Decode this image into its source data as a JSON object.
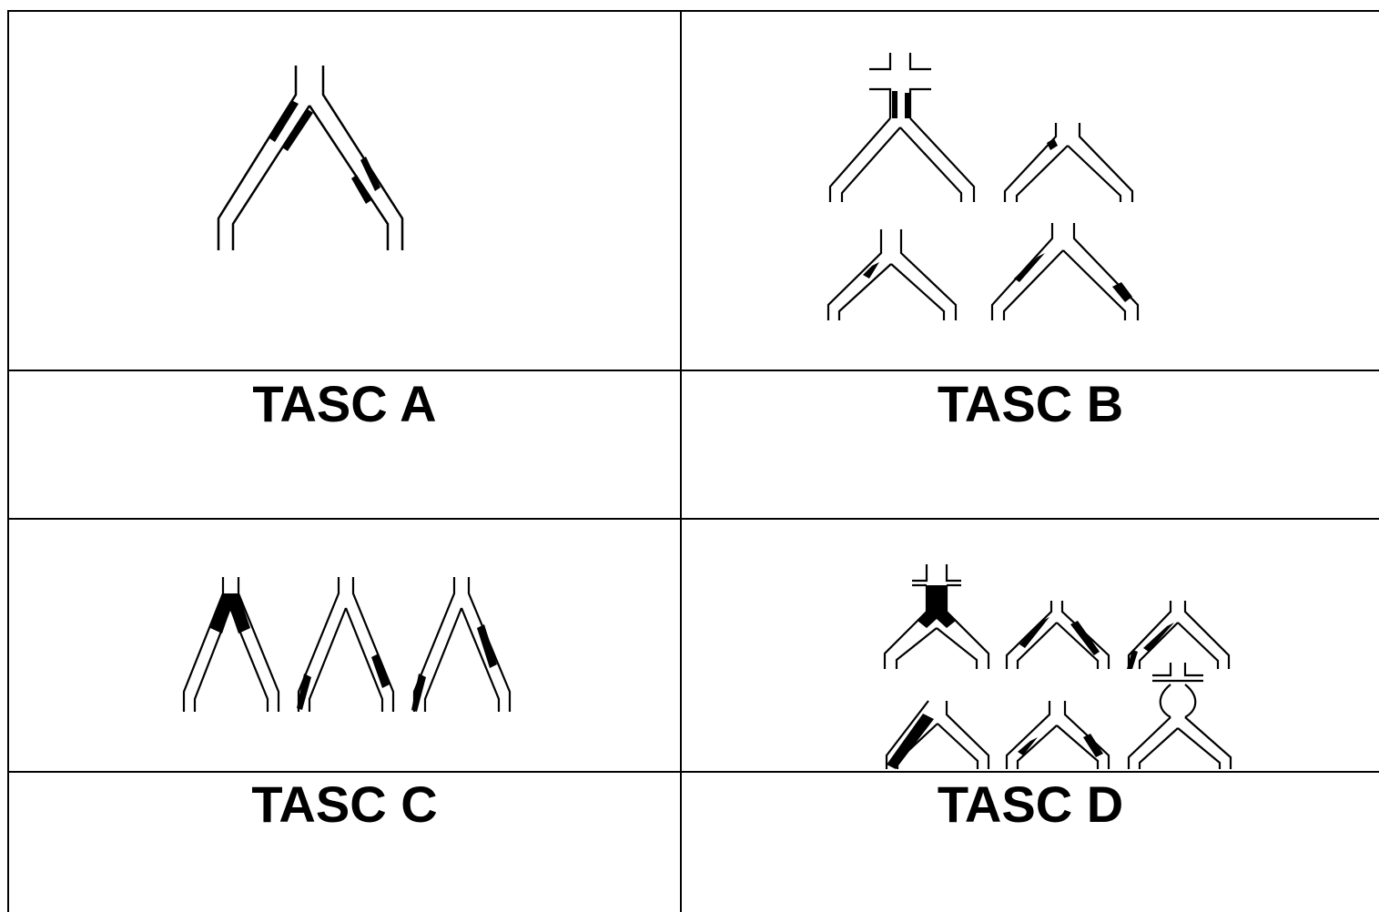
{
  "table": {
    "cells": [
      {
        "id": "a",
        "label": "TASC A"
      },
      {
        "id": "b",
        "label": "TASC B"
      },
      {
        "id": "c",
        "label": "TASC C"
      },
      {
        "id": "d",
        "label": "TASC D"
      }
    ]
  },
  "colors": {
    "line": "#000000",
    "background": "#ffffff",
    "lesion": "#000000"
  },
  "icons": {
    "vessel": "aorto-iliac-bifurcation-icon"
  }
}
